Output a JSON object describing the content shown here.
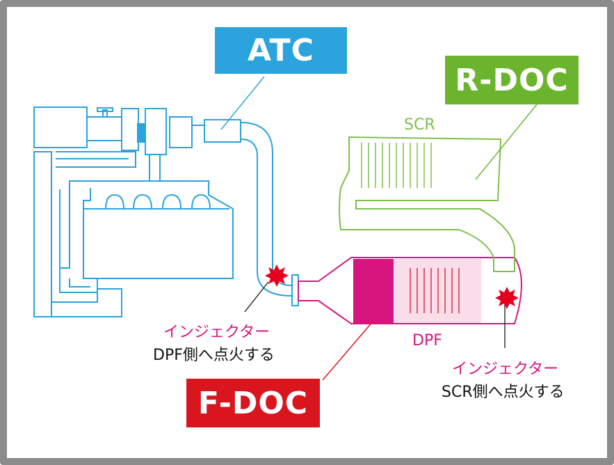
{
  "labels": {
    "atc": "ATC",
    "r_doc": "R-DOC",
    "f_doc": "F-DOC",
    "scr": "SCR",
    "dpf": "DPF",
    "injector_left_title": "インジェクター",
    "injector_left_desc": "DPF側へ点火する",
    "injector_right_title": "インジェクター",
    "injector_right_desc": "SCR側へ点火する"
  },
  "colors": {
    "atc": "#2ba3dc",
    "r_doc": "#6bb52e",
    "f_doc": "#d9161e",
    "engine_line": "#2ba3dc",
    "scr_line": "#7cbf4a",
    "dpf_line": "#d6167e",
    "dpf_fill": "#fbdde9",
    "f_doc_block": "#d6167e",
    "injector_text": "#d6167e",
    "spark": "#e6001e"
  }
}
